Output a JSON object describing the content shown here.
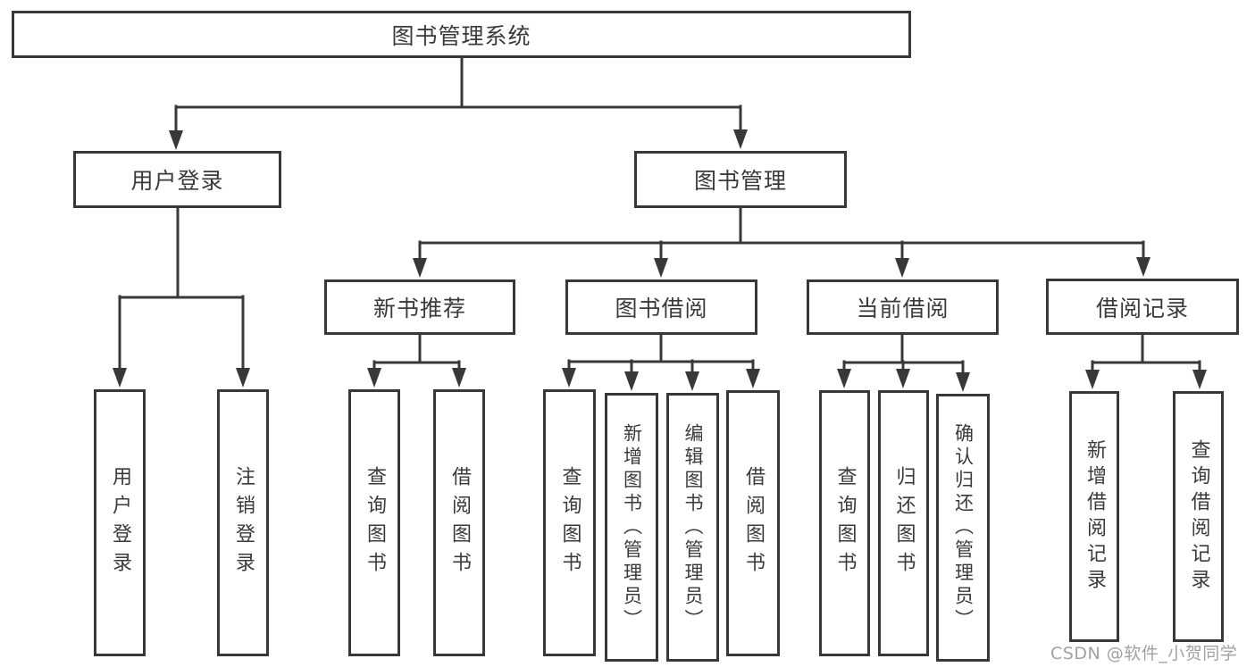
{
  "tree": {
    "label": "图书管理系统",
    "children": [
      {
        "label": "用户登录",
        "children": [
          {
            "label": "用户登录"
          },
          {
            "label": "注销登录"
          }
        ]
      },
      {
        "label": "图书管理",
        "children": [
          {
            "label": "新书推荐",
            "children": [
              {
                "label": "查询图书"
              },
              {
                "label": "借阅图书"
              }
            ]
          },
          {
            "label": "图书借阅",
            "children": [
              {
                "label": "查询图书"
              },
              {
                "label": "新增图书（管理员）"
              },
              {
                "label": "编辑图书（管理员）"
              },
              {
                "label": "借阅图书"
              }
            ]
          },
          {
            "label": "当前借阅",
            "children": [
              {
                "label": "查询图书"
              },
              {
                "label": "归还图书"
              },
              {
                "label": "确认归还（管理员）"
              }
            ]
          },
          {
            "label": "借阅记录",
            "children": [
              {
                "label": "新增借阅记录"
              },
              {
                "label": "查询借阅记录"
              }
            ]
          }
        ]
      }
    ]
  },
  "watermark": {
    "text": "CSDN @软件_小贺同学"
  },
  "colors": {
    "line": "#383838",
    "border": "#383838",
    "text": "#3a3a3a",
    "background": "#ffffff",
    "watermark": "#9a9a9a"
  }
}
